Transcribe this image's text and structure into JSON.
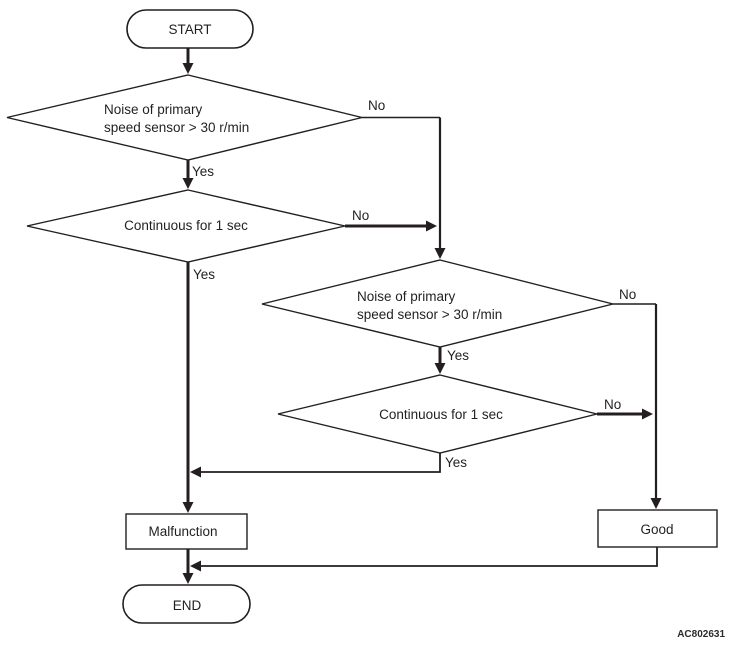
{
  "figure": {
    "code": "AC802631"
  },
  "flowchart": {
    "type": "flowchart",
    "nodes": {
      "start": {
        "shape": "terminator",
        "label": "START"
      },
      "decision1": {
        "shape": "decision",
        "line1": "Noise of primary",
        "line2": "speed sensor > 30 r/min"
      },
      "decision2": {
        "shape": "decision",
        "label": "Continuous for 1 sec"
      },
      "decision3": {
        "shape": "decision",
        "line1": "Noise of primary",
        "line2": "speed sensor > 30 r/min"
      },
      "decision4": {
        "shape": "decision",
        "label": "Continuous for 1 sec"
      },
      "malfunction": {
        "shape": "process",
        "label": "Malfunction"
      },
      "good": {
        "shape": "process",
        "label": "Good"
      },
      "end": {
        "shape": "terminator",
        "label": "END"
      }
    },
    "labels": {
      "d1_yes": "Yes",
      "d1_no": "No",
      "d2_yes": "Yes",
      "d2_no": "No",
      "d3_yes": "Yes",
      "d3_no": "No",
      "d4_yes": "Yes",
      "d4_no": "No"
    },
    "edges": [
      {
        "from": "start",
        "to": "decision1",
        "label": ""
      },
      {
        "from": "decision1",
        "to": "decision2",
        "label": "Yes"
      },
      {
        "from": "decision1",
        "to": "decision3",
        "label": "No"
      },
      {
        "from": "decision2",
        "to": "malfunction",
        "label": "Yes"
      },
      {
        "from": "decision2",
        "to": "decision3",
        "label": "No"
      },
      {
        "from": "decision3",
        "to": "decision4",
        "label": "Yes"
      },
      {
        "from": "decision3",
        "to": "good",
        "label": "No"
      },
      {
        "from": "decision4",
        "to": "malfunction",
        "label": "Yes"
      },
      {
        "from": "decision4",
        "to": "good",
        "label": "No"
      },
      {
        "from": "malfunction",
        "to": "end",
        "label": ""
      },
      {
        "from": "good",
        "to": "end",
        "label": ""
      }
    ],
    "colors": {
      "line": "#231f20",
      "background": "#ffffff"
    }
  }
}
